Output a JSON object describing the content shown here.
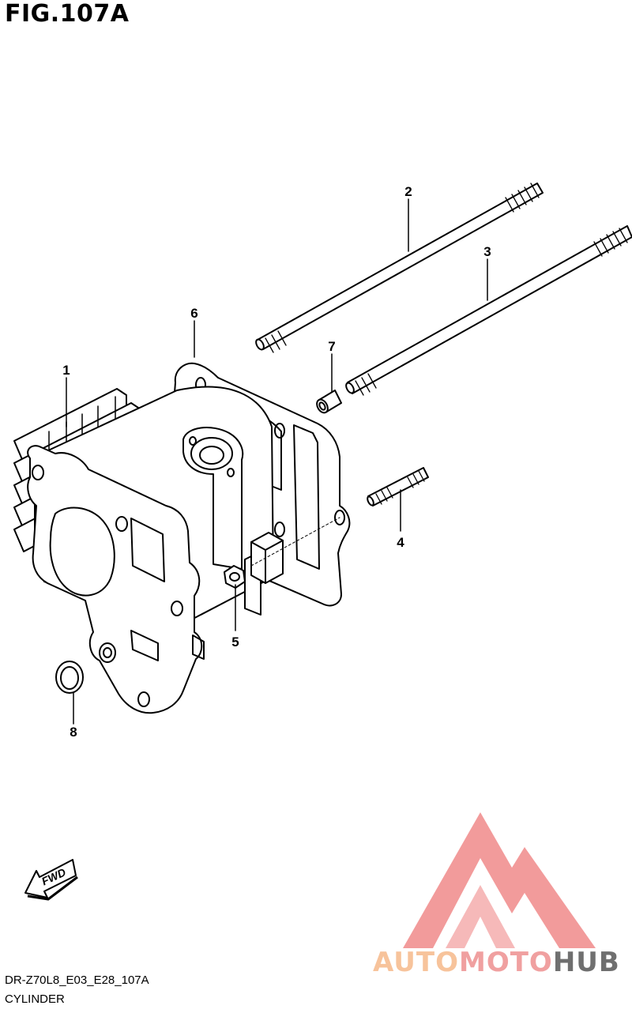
{
  "figure": {
    "title": "FIG.107A"
  },
  "callouts": [
    "1",
    "2",
    "3",
    "4",
    "5",
    "6",
    "7",
    "8"
  ],
  "fwd_label": "FWD",
  "footer": {
    "model_code": "DR-Z70L8_E03_E28_107A",
    "caption": "CYLINDER"
  },
  "watermark": {
    "part1": "AUTO",
    "part2": "MOTO",
    "part3": "HUB"
  },
  "colors": {
    "line": "#000000",
    "logo_red": "#f08a8a",
    "logo_orange": "#f7c39b",
    "logo_gray": "#6f6f6f"
  }
}
